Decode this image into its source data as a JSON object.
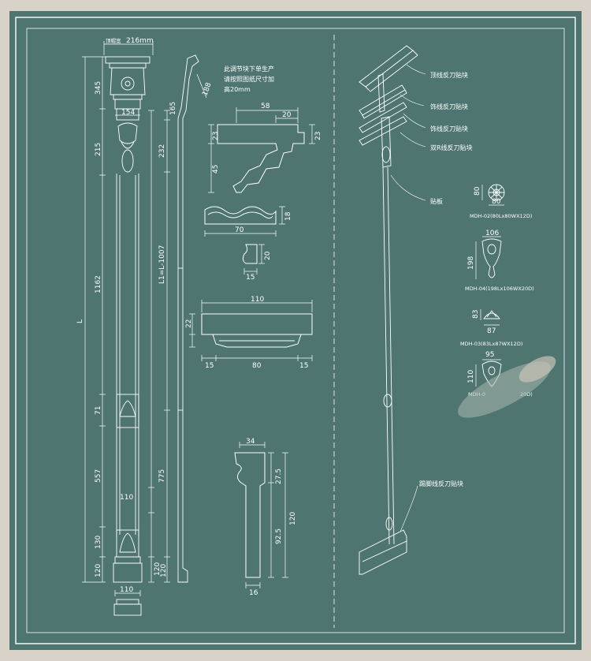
{
  "colors": {
    "board": "#4e7570",
    "line": "#ffffff",
    "frame_bg": "#d8d2c8"
  },
  "note": {
    "line1": "此调节块下单生产",
    "line2": "请按照图纸尺寸加",
    "line3": "高20mm"
  },
  "column_dims": {
    "top_width": "216mm",
    "top_width_prefix": "顶帽宽",
    "capital_inner": "154",
    "base_width": "110",
    "height_total": "L",
    "seg_345": "345",
    "seg_215": "215",
    "seg_1162": "1162",
    "seg_71": "71",
    "seg_557": "557",
    "seg_110": "110",
    "seg_130": "130",
    "seg_120": "120"
  },
  "side_dims": {
    "d188": "188",
    "d165": "165",
    "d232": "232",
    "l1": "L1=L-1007",
    "d775": "775",
    "d120": "120"
  },
  "profile_crown": {
    "w58": "58",
    "w20": "20",
    "h23a": "23",
    "h23b": "23",
    "h45": "45"
  },
  "profile_wave": {
    "w70": "70",
    "h18": "18"
  },
  "profile_small": {
    "w15": "15",
    "h20": "20"
  },
  "profile_base": {
    "w110": "110",
    "h22": "22",
    "w15a": "15",
    "w80": "80",
    "w15b": "15"
  },
  "profile_plinth": {
    "w34": "34",
    "h27": "27.5",
    "h120": "120",
    "h92": "92.5",
    "w16": "16"
  },
  "callouts": {
    "c1": "顶线反刀贴块",
    "c2": "饰线反刀贴块",
    "c3": "饰线反刀贴块",
    "c4": "双R线反刀贴块",
    "c5": "贴板",
    "c6": "踢脚线反刀贴块"
  },
  "ornaments": [
    {
      "label": "MDH-02(80Lx80WX12D)",
      "w": "80",
      "h": "80"
    },
    {
      "label": "MDH-04(198Lx106WX20D)",
      "w": "106",
      "h": "198"
    },
    {
      "label": "MDH-03(83Lx87WX12D)",
      "w": "87",
      "h": "83"
    },
    {
      "label": "MDH-0",
      "label_tail": "20D)",
      "w": "95",
      "h": "110"
    }
  ]
}
